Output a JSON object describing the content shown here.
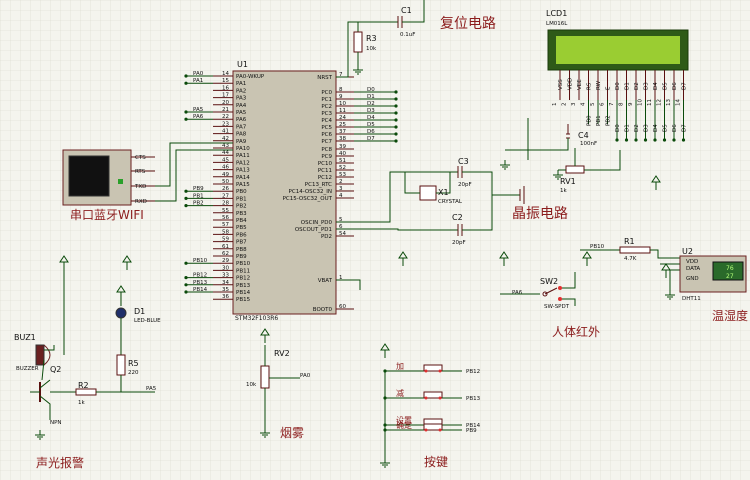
{
  "mcu": {
    "ref": "U1",
    "part": "STM32F103R6",
    "left_pins": [
      {
        "num": "14",
        "name": "PA0-WKUP",
        "net": "PA0"
      },
      {
        "num": "15",
        "name": "PA1",
        "net": "PA1"
      },
      {
        "num": "16",
        "name": "PA2",
        "net": ""
      },
      {
        "num": "17",
        "name": "PA3",
        "net": ""
      },
      {
        "num": "20",
        "name": "PA4",
        "net": ""
      },
      {
        "num": "21",
        "name": "PA5",
        "net": "PA5"
      },
      {
        "num": "22",
        "name": "PA6",
        "net": "PA6"
      },
      {
        "num": "23",
        "name": "PA7",
        "net": ""
      },
      {
        "num": "41",
        "name": "PA8",
        "net": ""
      },
      {
        "num": "42",
        "name": "PA9",
        "net": ""
      },
      {
        "num": "43",
        "name": "PA10",
        "net": ""
      },
      {
        "num": "44",
        "name": "PA11",
        "net": ""
      },
      {
        "num": "45",
        "name": "PA12",
        "net": ""
      },
      {
        "num": "46",
        "name": "PA13",
        "net": ""
      },
      {
        "num": "49",
        "name": "PA14",
        "net": ""
      },
      {
        "num": "50",
        "name": "PA15",
        "net": ""
      },
      {
        "num": "26",
        "name": "PB0",
        "net": "PB9"
      },
      {
        "num": "27",
        "name": "PB1",
        "net": "PB1"
      },
      {
        "num": "28",
        "name": "PB2",
        "net": "PB2"
      },
      {
        "num": "55",
        "name": "PB3",
        "net": ""
      },
      {
        "num": "56",
        "name": "PB4",
        "net": ""
      },
      {
        "num": "57",
        "name": "PB5",
        "net": ""
      },
      {
        "num": "58",
        "name": "PB6",
        "net": ""
      },
      {
        "num": "59",
        "name": "PB7",
        "net": ""
      },
      {
        "num": "61",
        "name": "PB8",
        "net": ""
      },
      {
        "num": "62",
        "name": "PB9",
        "net": ""
      },
      {
        "num": "29",
        "name": "PB10",
        "net": "PB10"
      },
      {
        "num": "30",
        "name": "PB11",
        "net": ""
      },
      {
        "num": "33",
        "name": "PB12",
        "net": "PB12"
      },
      {
        "num": "34",
        "name": "PB13",
        "net": "PB13"
      },
      {
        "num": "35",
        "name": "PB14",
        "net": "PB14"
      },
      {
        "num": "36",
        "name": "PB15",
        "net": ""
      }
    ],
    "right_pins": [
      {
        "num": "7",
        "name": "NRST",
        "net": ""
      },
      {
        "num": "8",
        "name": "PC0",
        "net": "D0"
      },
      {
        "num": "9",
        "name": "PC1",
        "net": "D1"
      },
      {
        "num": "10",
        "name": "PC2",
        "net": "D2"
      },
      {
        "num": "11",
        "name": "PC3",
        "net": "D3"
      },
      {
        "num": "24",
        "name": "PC4",
        "net": "D4"
      },
      {
        "num": "25",
        "name": "PC5",
        "net": "D5"
      },
      {
        "num": "37",
        "name": "PC6",
        "net": "D6"
      },
      {
        "num": "38",
        "name": "PC7",
        "net": "D7"
      },
      {
        "num": "39",
        "name": "PC8",
        "net": ""
      },
      {
        "num": "40",
        "name": "PC9",
        "net": ""
      },
      {
        "num": "51",
        "name": "PC10",
        "net": ""
      },
      {
        "num": "52",
        "name": "PC11",
        "net": ""
      },
      {
        "num": "53",
        "name": "PC12",
        "net": ""
      },
      {
        "num": "2",
        "name": "PC13_RTC",
        "net": ""
      },
      {
        "num": "3",
        "name": "PC14-OSC32_IN",
        "net": ""
      },
      {
        "num": "4",
        "name": "PC15-OSC32_OUT",
        "net": ""
      },
      {
        "num": "5",
        "name": "OSCIN_PD0",
        "net": ""
      },
      {
        "num": "6",
        "name": "OSCOUT_PD1",
        "net": ""
      },
      {
        "num": "54",
        "name": "PD2",
        "net": ""
      },
      {
        "num": "1",
        "name": "VBAT",
        "net": ""
      },
      {
        "num": "60",
        "name": "BOOT0",
        "net": ""
      }
    ]
  },
  "reset": {
    "c_ref": "C1",
    "c_val": "0.1uF",
    "r_ref": "R3",
    "r_val": "10k",
    "title": "复位电路"
  },
  "lcd": {
    "ref": "LCD1",
    "part": "LM016L",
    "pins": [
      "VSS",
      "VDD",
      "VEE",
      "RS",
      "RW",
      "E",
      "D0",
      "D1",
      "D2",
      "D3",
      "D4",
      "D5",
      "D6",
      "D7"
    ],
    "pin_nums": [
      "1",
      "2",
      "3",
      "4",
      "5",
      "6",
      "7",
      "8",
      "9",
      "10",
      "11",
      "12",
      "13",
      "14"
    ],
    "ctrl_nets": [
      "PB0",
      "PB1",
      "PB2"
    ],
    "data_nets": [
      "D0",
      "D1",
      "D2",
      "D3",
      "D4",
      "D5",
      "D6",
      "D7"
    ],
    "c_ref": "C4",
    "c_val": "100nF",
    "rv_ref": "RV1",
    "rv_val": "1k"
  },
  "crystal": {
    "title": "晶振电路",
    "x_ref": "X1",
    "x_val": "CRYSTAL",
    "c3_ref": "C3",
    "c3_val": "20pF",
    "c2_ref": "C2",
    "c2_val": "20pF"
  },
  "wifi": {
    "title": "串口蓝牙WIFI",
    "pins": [
      "CTS",
      "RTS",
      "TXD",
      "RXD"
    ]
  },
  "dht": {
    "ref": "U2",
    "part": "DHT11",
    "pins": [
      "VDD",
      "DATA",
      "GND"
    ],
    "r_ref": "R1",
    "r_val": "4.7K",
    "net": "PB10",
    "title": "温湿度",
    "readout_top": "76",
    "readout_bottom": "27"
  },
  "pir": {
    "ref": "SW2",
    "part": "SW-SPDT",
    "net": "PA6",
    "title": "人体红外"
  },
  "led": {
    "ref": "D1",
    "part": "LED-BLUE",
    "r_ref": "R5",
    "r_val": "220"
  },
  "buzzer": {
    "ref": "BUZ1",
    "part": "BUZZER",
    "q_ref": "Q2",
    "q_part": "NPN",
    "r_ref": "R2",
    "r_val": "1k",
    "net": "PA5",
    "title": "声光报警"
  },
  "smoke": {
    "ref": "RV2",
    "val": "10k",
    "net": "PA0",
    "title": "烟雾"
  },
  "keys": {
    "title": "按键",
    "items": [
      {
        "label": "加",
        "net": "PB12"
      },
      {
        "label": "减",
        "net": "PB13"
      },
      {
        "label": "设置",
        "net": "PB14"
      },
      {
        "label": "确定",
        "net": "PB9"
      }
    ]
  },
  "colors": {
    "background": "#f4f4ee",
    "grid": "#d8d8cc",
    "wire": "#0a4a0a",
    "chip": "#c9c4b2",
    "chip_border": "#6a2020",
    "lcd_screen": "#9acd32",
    "label_red": "#8b1c1c"
  }
}
